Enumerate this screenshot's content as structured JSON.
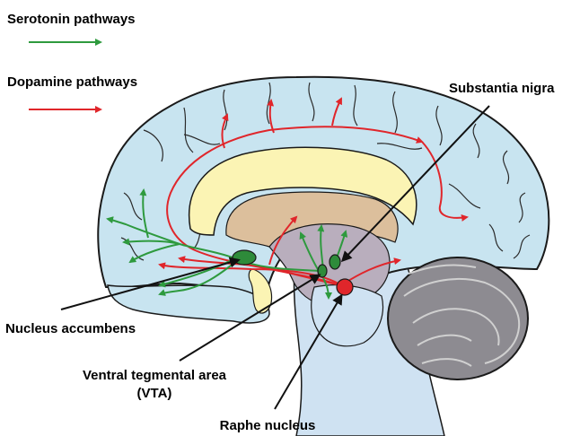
{
  "legend": {
    "serotonin": {
      "label": "Serotonin pathways",
      "color": "#2e9a3e"
    },
    "dopamine": {
      "label": "Dopamine pathways",
      "color": "#e0262b"
    }
  },
  "labels": {
    "substantia_nigra": "Substantia nigra",
    "nucleus_accumbens": "Nucleus accumbens",
    "vta_line1": "Ventral tegmental area",
    "vta_line2": "(VTA)",
    "raphe_nucleus": "Raphe nucleus"
  },
  "colors": {
    "cortex": "#c8e4f0",
    "cortex_outline": "#1a1a1a",
    "corpus_callosum": "#fbf4b4",
    "thalamus": "#dcbf9c",
    "brainstem": "#cfe2f2",
    "ventricle": "#b9aebd",
    "pituitary": "#fbf4b4",
    "cerebellum": "#8d8b91",
    "serotonin_node": "#2e8b3a",
    "raphe_node": "#e0262b"
  }
}
